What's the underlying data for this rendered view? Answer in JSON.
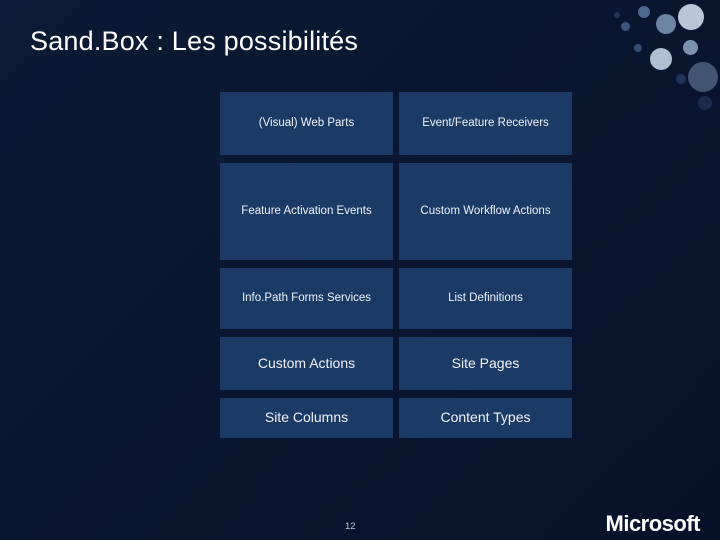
{
  "slide": {
    "title": "Sand.Box : Les possibilités",
    "page_number": "12",
    "logo": "Microsoft",
    "background_color": "#0a1832",
    "cell_color": "#1b3a66",
    "grid": [
      {
        "height_class": "row-h1",
        "cells": [
          "(Visual) Web Parts",
          "Event/Feature Receivers"
        ]
      },
      {
        "height_class": "row-h2",
        "cells": [
          "Feature Activation Events",
          "Custom Workflow Actions"
        ]
      },
      {
        "height_class": "row-h3",
        "cells": [
          "Info.Path Forms Services",
          "List Definitions"
        ]
      },
      {
        "height_class": "row-h4",
        "cells": [
          "Custom Actions",
          "Site Pages"
        ]
      },
      {
        "height_class": "row-h5",
        "cells": [
          "Site Columns",
          "Content Types"
        ]
      }
    ]
  }
}
